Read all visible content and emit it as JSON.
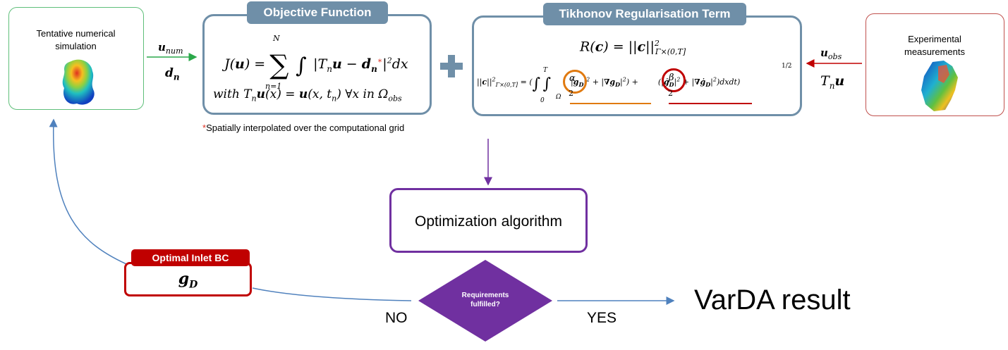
{
  "simulation": {
    "label_line1": "Tentative numerical",
    "label_line2": "simulation",
    "output_u": "u",
    "output_u_sub": "num",
    "output_d": "d",
    "output_d_sub": "n"
  },
  "experiment": {
    "label_line1": "Experimental",
    "label_line2": "measurements",
    "output_u": "u",
    "output_u_sub": "obs",
    "output_T": "T",
    "output_T_sub": "n",
    "output_T_u": "u"
  },
  "objective": {
    "title": "Objective Function",
    "sum_top": "N",
    "sum_bottom": "n=1",
    "footnote_star": "*",
    "footnote_text": "Spatially interpolated over the computational grid"
  },
  "tikhonov": {
    "title": "Tikhonov Regularisation Term",
    "exponent": "1/2",
    "alpha": "α",
    "beta": "β",
    "integral_top": "T",
    "integral_bottom_time": "0",
    "integral_bottom_space": "Ω"
  },
  "operator": {
    "plus": "+"
  },
  "optimization": {
    "label": "Optimization algorithm"
  },
  "decision": {
    "line1": "Requirements",
    "line2": "fulfilled?",
    "no_label": "NO",
    "yes_label": "YES"
  },
  "optimal_bc": {
    "title": "Optimal Inlet BC",
    "symbol": "g",
    "symbol_sub": "D"
  },
  "result": {
    "label": "VarDA result"
  },
  "colors": {
    "blue_header": "#6f8fa8",
    "purple": "#7030a0",
    "red": "#c00000",
    "green": "#5fbf7a",
    "orange": "#e07a10",
    "arrow_blue": "#4f81bd"
  }
}
